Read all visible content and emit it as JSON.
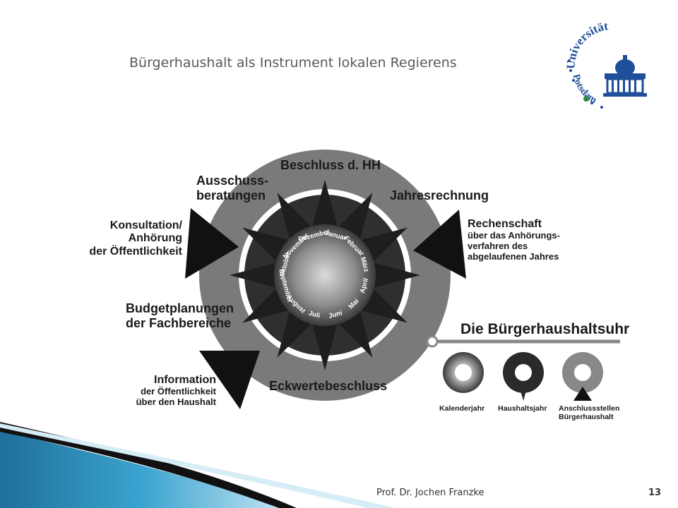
{
  "slide": {
    "title": "Bürgerhaushalt als Instrument lokalen Regierens",
    "author": "Prof. Dr. Jochen Franzke",
    "page_number": "13"
  },
  "logo": {
    "text_arc": "Universität Potsdam",
    "accent_color": "#1f4e9a",
    "dot_color": "#2e8b3d"
  },
  "diagram": {
    "months": [
      "Januar",
      "Februar",
      "März",
      "April",
      "Mai",
      "Juni",
      "Juli",
      "August",
      "September",
      "Oktober",
      "November",
      "Dezember"
    ],
    "labels": {
      "beschluss": "Beschluss d. HH",
      "jahresrechnung": "Jahresrechnung",
      "ausschuss_1": "Ausschuss-",
      "ausschuss_2": "beratungen",
      "konsultation_1": "Konsultation/",
      "konsultation_2": "Anhörung",
      "konsultation_3": "der Öffentlichkeit",
      "rechenschaft_title": "Rechenschaft",
      "rechenschaft_1": "über das Anhörungs-",
      "rechenschaft_2": "verfahren des",
      "rechenschaft_3": "abgelaufenen Jahres",
      "budget_1": "Budgetplanungen",
      "budget_2": "der Fachbereiche",
      "information_title": "Information",
      "information_1": "der Öffentlichkeit",
      "information_2": "über den Haushalt",
      "eckwerte": "Eckwertebeschluss"
    },
    "legend": {
      "title": "Die Bürgerhaushaltsuhr",
      "items": [
        "Kalenderjahr",
        "Haushaltsjahr",
        "Anschlussstellen",
        "Bürgerhaushalt"
      ]
    },
    "colors": {
      "outer_ring": "#7a7a7a",
      "dark_ring": "#2f2f2f",
      "star": "#1e1e1e",
      "triangle": "#111111"
    }
  }
}
